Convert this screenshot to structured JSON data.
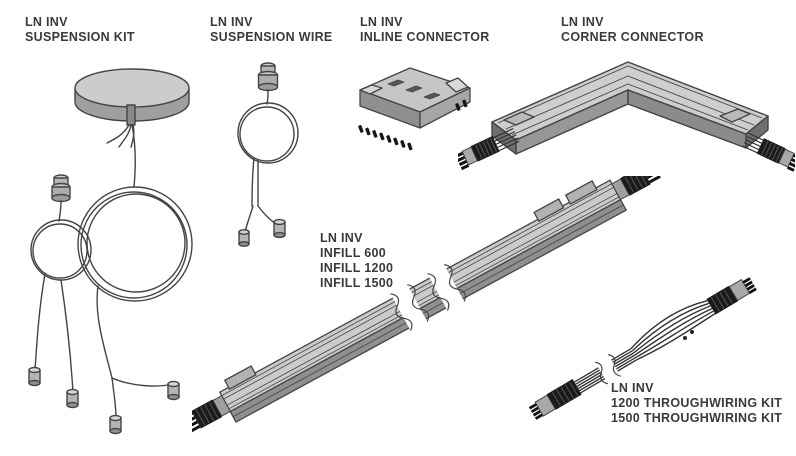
{
  "page": {
    "background_color": "#ffffff",
    "ink_color": "#3a3a3a",
    "line_color": "#444444",
    "fill_gray": "#c6c6c6",
    "fill_dark": "#1b1b1b"
  },
  "products": {
    "suspension_kit": {
      "title_line1": "LN INV",
      "title_line2": "SUSPENSION KIT"
    },
    "suspension_wire": {
      "title_line1": "LN INV",
      "title_line2": "SUSPENSION WIRE"
    },
    "inline_connector": {
      "title_line1": "LN INV",
      "title_line2": "INLINE CONNECTOR"
    },
    "corner_connector": {
      "title_line1": "LN INV",
      "title_line2": "CORNER CONNECTOR"
    },
    "infill": {
      "title_line1": "LN INV",
      "title_line2": "INFILL 600",
      "title_line3": "INFILL 1200",
      "title_line4": "INFILL 1500"
    },
    "throughwiring_kit": {
      "title_line1": "LN INV",
      "title_line2": "1200 THROUGHWIRING KIT",
      "title_line3": "1500 THROUGHWIRING KIT"
    }
  }
}
